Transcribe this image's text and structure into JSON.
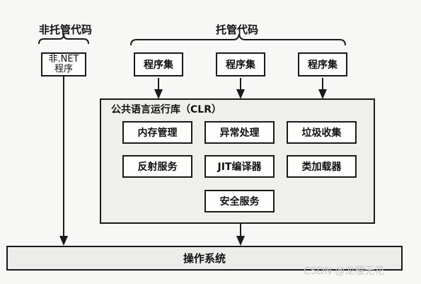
{
  "unmanaged": {
    "title": "非托管代码",
    "program_line1": "非.NET",
    "program_line2": "程序"
  },
  "managed": {
    "title": "托管代码",
    "assemblies": [
      "程序集",
      "程序集",
      "程序集"
    ]
  },
  "clr": {
    "title": "公共语言运行库（CLR）",
    "services": [
      "内存管理",
      "异常处理",
      "垃圾收集",
      "反射服务",
      "JIT编译器",
      "类加载器",
      "安全服务"
    ]
  },
  "os": {
    "label": "操作系统"
  },
  "watermark": "CSDN @龙樱无花"
}
